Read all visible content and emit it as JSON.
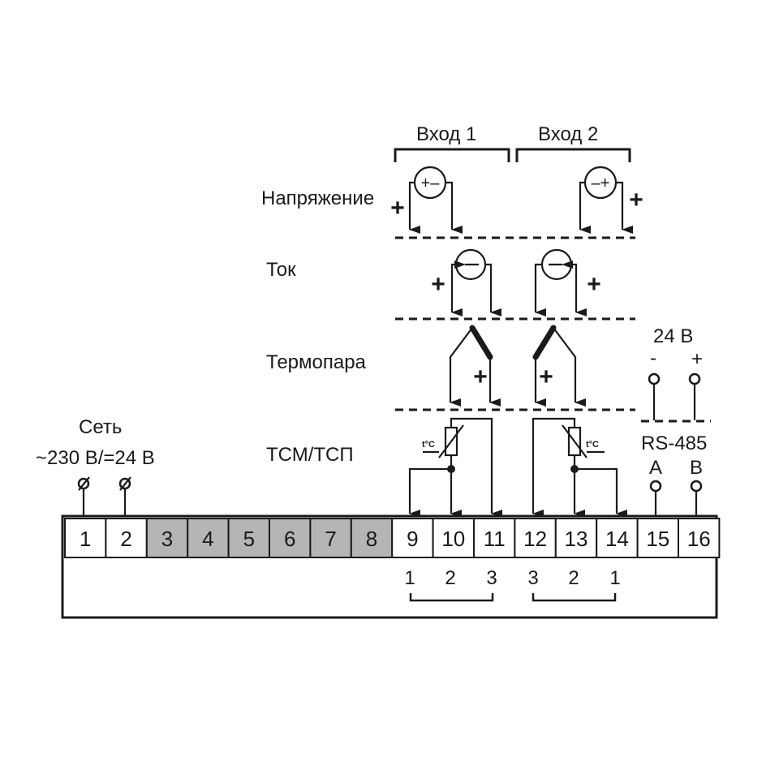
{
  "inputs": {
    "input1": "Вход 1",
    "input2": "Вход 2"
  },
  "modes": {
    "voltage": "Напряжение",
    "current": "Ток",
    "thermocouple": "Термопара",
    "rtd": "ТСМ/ТСП"
  },
  "power": {
    "title": "Сеть",
    "spec": "~230 В/=24 В"
  },
  "supply24": {
    "label": "24 В",
    "minus": "-",
    "plus": "+"
  },
  "rs485": {
    "label": "RS-485",
    "a": "A",
    "b": "B"
  },
  "polarity": {
    "plus": "+"
  },
  "symbols": {
    "voltmeter_left": "+–",
    "voltmeter_right": "–+",
    "temperature": "t°C"
  },
  "terminals": [
    {
      "n": "1",
      "disabled": false
    },
    {
      "n": "2",
      "disabled": false
    },
    {
      "n": "3",
      "disabled": true
    },
    {
      "n": "4",
      "disabled": true
    },
    {
      "n": "5",
      "disabled": true
    },
    {
      "n": "6",
      "disabled": true
    },
    {
      "n": "7",
      "disabled": true
    },
    {
      "n": "8",
      "disabled": true
    },
    {
      "n": "9",
      "disabled": false
    },
    {
      "n": "10",
      "disabled": false
    },
    {
      "n": "11",
      "disabled": false
    },
    {
      "n": "12",
      "disabled": false
    },
    {
      "n": "13",
      "disabled": false
    },
    {
      "n": "14",
      "disabled": false
    },
    {
      "n": "15",
      "disabled": false
    },
    {
      "n": "16",
      "disabled": false
    }
  ],
  "sublabels": {
    "group1": [
      "1",
      "2",
      "3"
    ],
    "group2": [
      "3",
      "2",
      "1"
    ]
  },
  "colors": {
    "line": "#1a1a1a",
    "disabled_cell": "#b5b5b5",
    "background": "#ffffff"
  }
}
